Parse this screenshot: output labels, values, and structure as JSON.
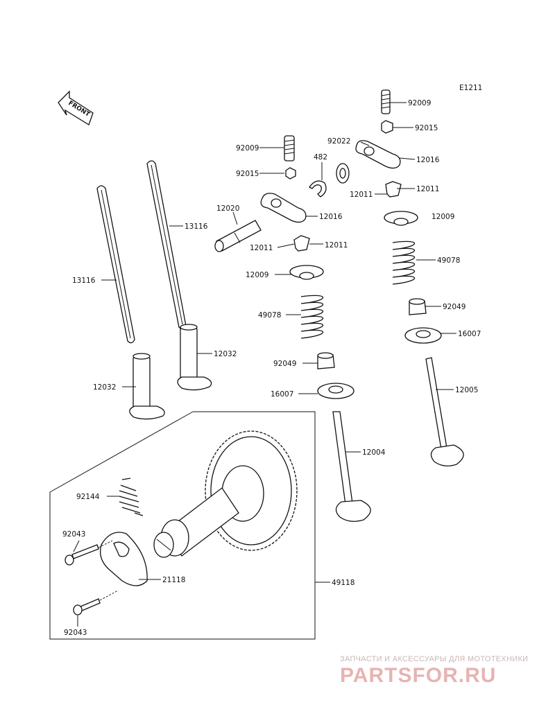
{
  "diagram_code": "E1211",
  "front_label": "FRONT",
  "watermark": {
    "line1": "ЗАПЧАСТИ И АКСЕССУАРЫ ДЛЯ МОТОТЕХНИКИ",
    "line2": "PARTSFOR.RU"
  },
  "callouts": {
    "p92009_r": "92009",
    "p92015_r": "92015",
    "p92022": "92022",
    "p12016_r": "12016",
    "p12011_r1": "12011",
    "p12011_r2": "12011",
    "p12009_r": "12009",
    "p49078_r": "49078",
    "p92049_r": "92049",
    "p16007_r": "16007",
    "p12005": "12005",
    "p92009_l": "92009",
    "p482": "482",
    "p92015_l": "92015",
    "p12016_l": "12016",
    "p12020": "12020",
    "p13116_a": "13116",
    "p13116_b": "13116",
    "p12011_l1": "12011",
    "p12011_l2": "12011",
    "p12009_l": "12009",
    "p49078_l": "49078",
    "p92049_l": "92049",
    "p16007_l": "16007",
    "p12004": "12004",
    "p12032_a": "12032",
    "p12032_b": "12032",
    "p92144": "92144",
    "p92043_a": "92043",
    "p92043_b": "92043",
    "p21118": "21118",
    "p49118": "49118"
  }
}
